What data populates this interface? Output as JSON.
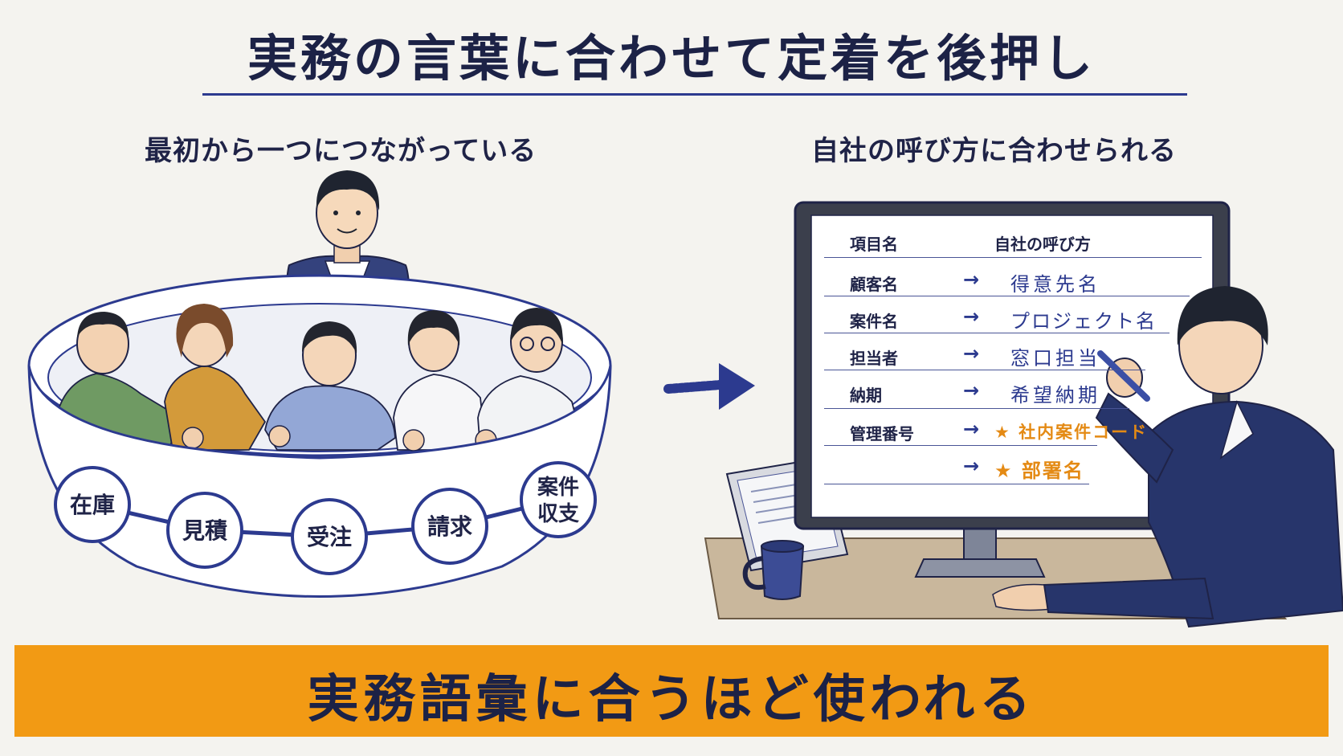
{
  "title": "実務の言葉に合わせて定着を後押し",
  "left": {
    "heading": "最初から一つにつながっている",
    "nodes": [
      "在庫",
      "見積",
      "受注",
      "請求"
    ],
    "node_last": [
      "案件",
      "収支"
    ]
  },
  "right": {
    "heading": "自社の呼び方に合わせられる",
    "table": {
      "col_name": "項目名",
      "col_alias": "自社の呼び方",
      "rows": [
        {
          "name": "顧客名",
          "arrow": "→",
          "alias": "得意先名"
        },
        {
          "name": "案件名",
          "arrow": "→",
          "alias": "プロジェクト名"
        },
        {
          "name": "担当者",
          "arrow": "→",
          "alias": "窓口担当"
        },
        {
          "name": "納期",
          "arrow": "→",
          "alias": "希望納期"
        },
        {
          "name": "管理番号",
          "arrow": "→",
          "alias": "★ 社内案件コード"
        },
        {
          "name": "",
          "arrow": "→",
          "alias": "★ 部署名"
        }
      ]
    }
  },
  "banner": "実務語彙に合うほど使われる",
  "colors": {
    "navy": "#1c2246",
    "accent_blue": "#2c3a8f",
    "orange": "#f29a14",
    "star_orange": "#e48a14"
  }
}
